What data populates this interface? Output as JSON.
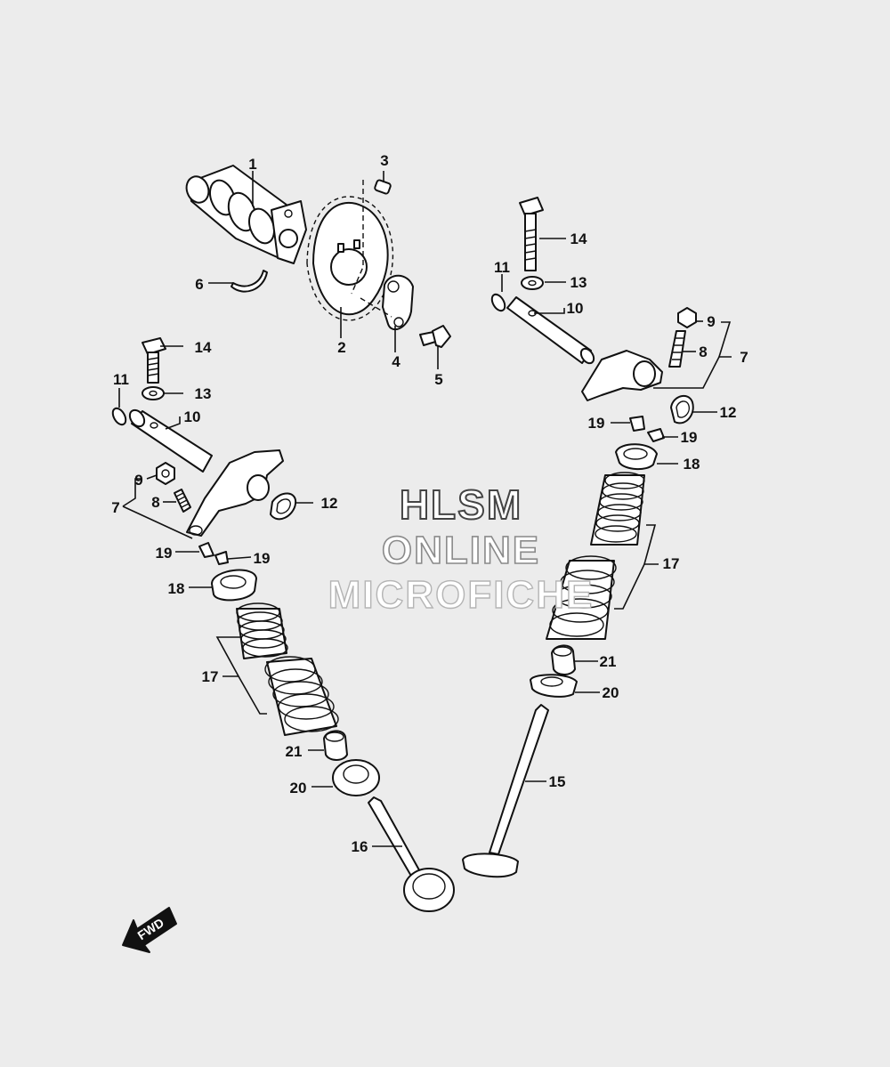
{
  "watermark": {
    "line1": "HLSM",
    "line2": "ONLINE",
    "line3": "MICROFICHE"
  },
  "fwd_badge": {
    "label": "FWD"
  },
  "callouts": {
    "c1": "1",
    "c2": "2",
    "c3": "3",
    "c4": "4",
    "c5": "5",
    "c6": "6",
    "c7_left": "7",
    "c7_right": "7",
    "c8_left": "8",
    "c8_right": "8",
    "c9_left": "9",
    "c9_right": "9",
    "c10_left": "10",
    "c10_right": "10",
    "c11_left": "11",
    "c11_right": "11",
    "c12_left": "12",
    "c12_right": "12",
    "c13_left": "13",
    "c13_right": "13",
    "c14_left": "14",
    "c14_right": "14",
    "c15": "15",
    "c16": "16",
    "c17_left": "17",
    "c17_right": "17",
    "c18_left": "18",
    "c18_right": "18",
    "c19_left_a": "19",
    "c19_left_b": "19",
    "c19_right_a": "19",
    "c19_right_b": "19",
    "c20_left": "20",
    "c20_right": "20",
    "c21_left": "21",
    "c21_right": "21"
  }
}
